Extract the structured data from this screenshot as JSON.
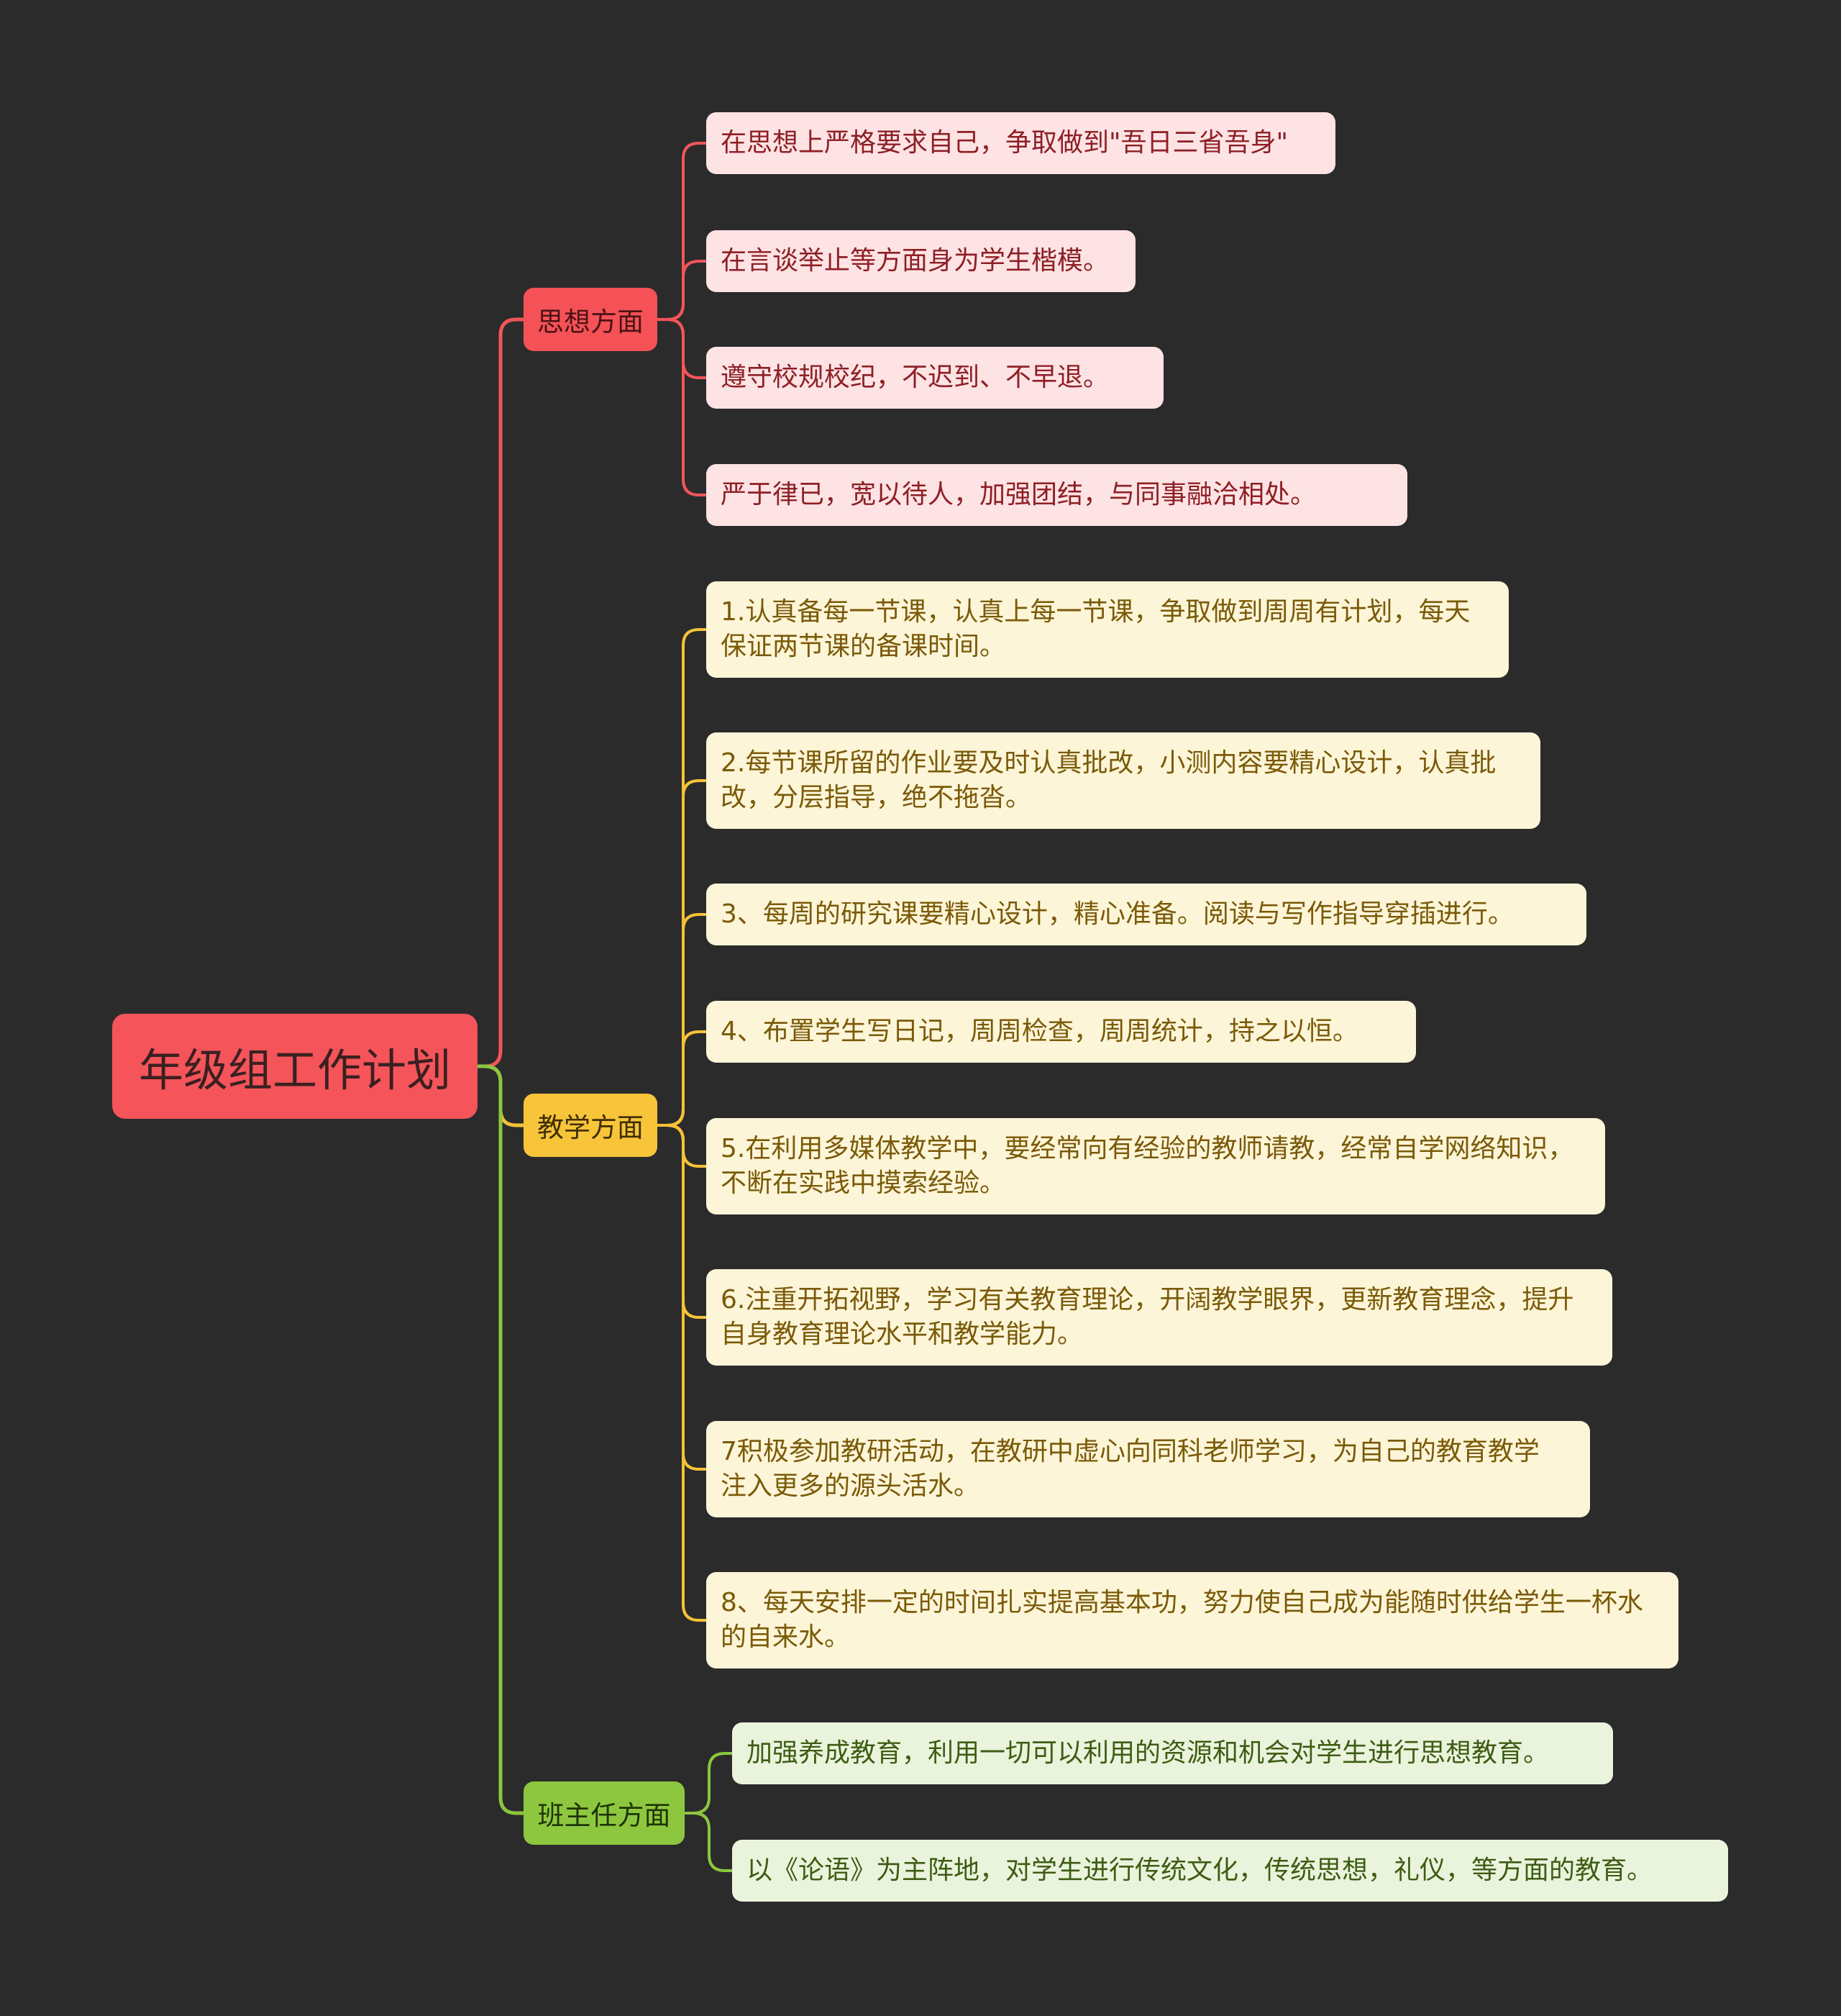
{
  "colors": {
    "background": "#2b2b2b",
    "root_fill": "#f4545a",
    "thought": {
      "branch_fill": "#f45257",
      "leaf_fill": "#fde3e4",
      "line": "#f2555a",
      "text": "#8e1f25"
    },
    "teaching": {
      "branch_fill": "#f7c43a",
      "leaf_fill": "#fdf5d8",
      "line": "#f5c236",
      "text": "#7a5a08"
    },
    "class": {
      "branch_fill": "#8dc73f",
      "leaf_fill": "#eaf4dc",
      "line": "#8cc63f",
      "text": "#3e5c14"
    }
  },
  "root": {
    "label": "年级组工作计划"
  },
  "branches": [
    {
      "label": "思想方面",
      "leaves": [
        "在思想上严格要求自己，争取做到\"吾日三省吾身\"",
        "在言谈举止等方面身为学生楷模。",
        "遵守校规校纪，不迟到、不早退。",
        "严于律已，宽以待人，加强团结，与同事融洽相处。"
      ]
    },
    {
      "label": "教学方面",
      "leaves": [
        "1.认真备每一节课，认真上每一节课，争取做到周周有计划，每天\n保证两节课的备课时间。",
        "2.每节课所留的作业要及时认真批改，小测内容要精心设计，认真批\n改，分层指导，绝不拖沓。",
        "3、每周的研究课要精心设计，精心准备。阅读与写作指导穿插进行。",
        "4、布置学生写日记，周周检查，周周统计，持之以恒。",
        "5.在利用多媒体教学中，要经常向有经验的教师请教，经常自学网络知识，\n不断在实践中摸索经验。",
        "6.注重开拓视野，学习有关教育理论，开阔教学眼界，更新教育理念，提升\n自身教育理论水平和教学能力。",
        "7积极参加教研活动，在教研中虚心向同科老师学习，为自己的教育教学\n注入更多的源头活水。",
        "8、每天安排一定的时间扎实提高基本功，努力使自己成为能随时供给学生一杯水\n的自来水。"
      ]
    },
    {
      "label": "班主任方面",
      "leaves": [
        "加强养成教育，利用一切可以利用的资源和机会对学生进行思想教育。",
        "以《论语》为主阵地，对学生进行传统文化，传统思想，礼仪，等方面的教育。"
      ]
    }
  ]
}
